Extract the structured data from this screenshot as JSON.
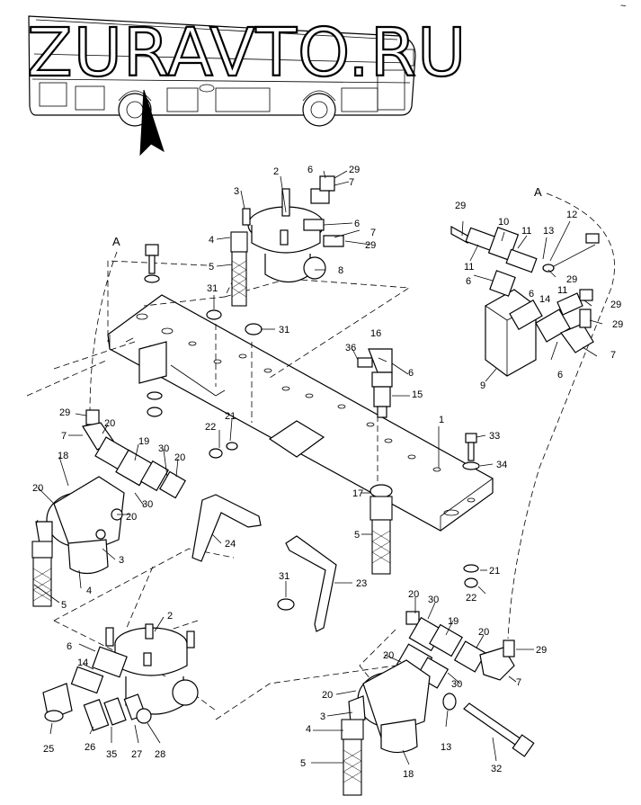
{
  "watermark": "ZURAVTO.RU",
  "reference_marks": {
    "left": "A",
    "right": "A"
  },
  "corner_mark": "~",
  "callouts": [
    {
      "id": "c2-top",
      "text": "2"
    },
    {
      "id": "c6-top",
      "text": "6"
    },
    {
      "id": "c29-top",
      "text": "29"
    },
    {
      "id": "c7-top",
      "text": "7"
    },
    {
      "id": "c3-top",
      "text": "3"
    },
    {
      "id": "c6-mid",
      "text": "6"
    },
    {
      "id": "c7-mid",
      "text": "7"
    },
    {
      "id": "c29-mid",
      "text": "29"
    },
    {
      "id": "c4-top",
      "text": "4"
    },
    {
      "id": "c5-top",
      "text": "5"
    },
    {
      "id": "c8",
      "text": "8"
    },
    {
      "id": "c31-a",
      "text": "31"
    },
    {
      "id": "c31-b",
      "text": "31"
    },
    {
      "id": "c29-r1",
      "text": "29"
    },
    {
      "id": "c10",
      "text": "10"
    },
    {
      "id": "c11-a",
      "text": "11"
    },
    {
      "id": "c13-top",
      "text": "13"
    },
    {
      "id": "c12",
      "text": "12"
    },
    {
      "id": "c11-b",
      "text": "11"
    },
    {
      "id": "c29-r2",
      "text": "29"
    },
    {
      "id": "c6-r1",
      "text": "6"
    },
    {
      "id": "c11-c",
      "text": "11"
    },
    {
      "id": "c6-r2",
      "text": "6"
    },
    {
      "id": "c14-r",
      "text": "14"
    },
    {
      "id": "c29-r3",
      "text": "29"
    },
    {
      "id": "c29-r4",
      "text": "29"
    },
    {
      "id": "c7-r",
      "text": "7"
    },
    {
      "id": "c9",
      "text": "9"
    },
    {
      "id": "c6-r3",
      "text": "6"
    },
    {
      "id": "c16",
      "text": "16"
    },
    {
      "id": "c36",
      "text": "36"
    },
    {
      "id": "c6-c",
      "text": "6"
    },
    {
      "id": "c15",
      "text": "15"
    },
    {
      "id": "c1",
      "text": "1"
    },
    {
      "id": "c29-l",
      "text": "29"
    },
    {
      "id": "c7-l",
      "text": "7"
    },
    {
      "id": "c20-l1",
      "text": "20"
    },
    {
      "id": "c22-a",
      "text": "22"
    },
    {
      "id": "c21-a",
      "text": "21"
    },
    {
      "id": "c19-l",
      "text": "19"
    },
    {
      "id": "c30-l1",
      "text": "30"
    },
    {
      "id": "c20-l2",
      "text": "20"
    },
    {
      "id": "c18-l",
      "text": "18"
    },
    {
      "id": "c20-l3",
      "text": "20"
    },
    {
      "id": "c20-l4",
      "text": "20"
    },
    {
      "id": "c30-l2",
      "text": "30"
    },
    {
      "id": "c33",
      "text": "33"
    },
    {
      "id": "c34",
      "text": "34"
    },
    {
      "id": "c17",
      "text": "17"
    },
    {
      "id": "c5-c",
      "text": "5"
    },
    {
      "id": "c24",
      "text": "24"
    },
    {
      "id": "c3-l",
      "text": "3"
    },
    {
      "id": "c4-l",
      "text": "4"
    },
    {
      "id": "c5-l",
      "text": "5"
    },
    {
      "id": "c21-b",
      "text": "21"
    },
    {
      "id": "c22-b",
      "text": "22"
    },
    {
      "id": "c23",
      "text": "23"
    },
    {
      "id": "c31-c",
      "text": "31"
    },
    {
      "id": "c2-b",
      "text": "2"
    },
    {
      "id": "c6-b",
      "text": "6"
    },
    {
      "id": "c14-b",
      "text": "14"
    },
    {
      "id": "c20-b1",
      "text": "20"
    },
    {
      "id": "c30-b1",
      "text": "30"
    },
    {
      "id": "c19-b",
      "text": "19"
    },
    {
      "id": "c20-b2",
      "text": "20"
    },
    {
      "id": "c29-b",
      "text": "29"
    },
    {
      "id": "c20-b3",
      "text": "20"
    },
    {
      "id": "c30-b2",
      "text": "30"
    },
    {
      "id": "c7-b",
      "text": "7"
    },
    {
      "id": "c20-b4",
      "text": "20"
    },
    {
      "id": "c3-b",
      "text": "3"
    },
    {
      "id": "c13-b",
      "text": "13"
    },
    {
      "id": "c4-b",
      "text": "4"
    },
    {
      "id": "c25",
      "text": "25"
    },
    {
      "id": "c26",
      "text": "26"
    },
    {
      "id": "c35",
      "text": "35"
    },
    {
      "id": "c27",
      "text": "27"
    },
    {
      "id": "c28",
      "text": "28"
    },
    {
      "id": "c32",
      "text": "32"
    },
    {
      "id": "c5-b",
      "text": "5"
    },
    {
      "id": "c18-b",
      "text": "18"
    }
  ]
}
